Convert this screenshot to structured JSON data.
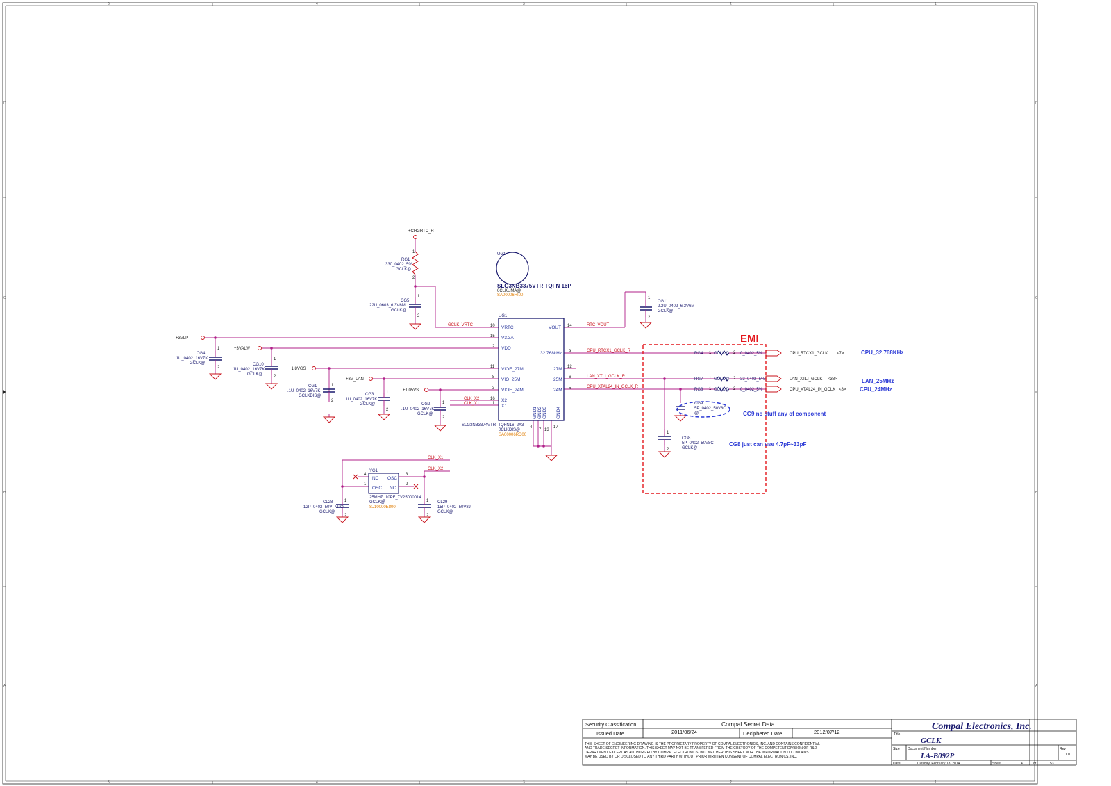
{
  "zones": {
    "columns": [
      "5",
      "4",
      "3",
      "2",
      "1"
    ],
    "rows": [
      "D",
      "C",
      "B",
      "A"
    ]
  },
  "ug1_symbol": {
    "ref": "UG1",
    "part": "SLG3NB3375VTR TQFN 16P",
    "bom": "0CLKUMA@",
    "pn": "SA00006RI00"
  },
  "chip": {
    "ref": "UG1",
    "part": "SLG3NB3374VTR_TQFN16_2X3",
    "bom": "0CLKDIS@",
    "pn": "SA00006RD00",
    "left_pins": [
      {
        "name": "VRTC",
        "num": "10"
      },
      {
        "name": "V3.3A",
        "num": "15"
      },
      {
        "name": "VDD",
        "num": "2"
      },
      {
        "name": "VIOE_27M",
        "num": "11"
      },
      {
        "name": "VIO_25M",
        "num": "8"
      },
      {
        "name": "VIOE_24M",
        "num": "3"
      },
      {
        "name": "X2",
        "num": "16"
      },
      {
        "name": "X1",
        "num": "1"
      }
    ],
    "right_pins": [
      {
        "name": "VOUT",
        "num": "14"
      },
      {
        "name": "32.768kHz",
        "num": "9"
      },
      {
        "name": "27M",
        "num": "12"
      },
      {
        "name": "25M",
        "num": "6"
      },
      {
        "name": "24M",
        "num": "5"
      }
    ],
    "bottom_pins": [
      {
        "name": "GND1",
        "num": "4"
      },
      {
        "name": "GND2",
        "num": "7"
      },
      {
        "name": "GND3",
        "num": "13"
      },
      {
        "name": "GND4",
        "num": "17"
      }
    ]
  },
  "power": {
    "chgrtc": "+CHGRTC_R",
    "vlp": "+3VLP",
    "valw": "+3VALW",
    "v18": "+1.8VGS",
    "vlan": "+3V_LAN",
    "v105": "+1.05VS"
  },
  "nets": {
    "gclk_vrtc": "GCLK_VRTC",
    "rtc_vout": "RTC_VOUT",
    "cpu_rtcx1": "CPU_RTCX1_GCLK_R",
    "lan_xtli": "LAN_XTLI_GCLK_R",
    "cpu_xtal": "CPU_XTAL24_IN_GCLK_R",
    "clk_x2": "CLK_X2",
    "clk_x1": "CLK_X1"
  },
  "components": {
    "rg1": {
      "ref": "RG1",
      "val": "330_0402_5%",
      "bom": "GCLK@"
    },
    "cg5": {
      "ref": "CG5",
      "val": "22U_0603_6.3V6M",
      "bom": "GCLK@"
    },
    "cg11": {
      "ref": "CG11",
      "val": "2.2U_0402_6.3V6M",
      "bom": "GCLK@"
    },
    "cg4": {
      "ref": "CG4",
      "val": ".1U_0402_16V7K",
      "bom": "GCLK@"
    },
    "cg10": {
      "ref": "CG10",
      "val": ".1U_0402_16V7K",
      "bom": "GCLK@"
    },
    "cg1": {
      "ref": "CG1",
      "val": ".1U_0402_16V7K",
      "bom": "GCLKDIS@"
    },
    "cg3": {
      "ref": "CG3",
      "val": ".1U_0402_16V7K",
      "bom": "GCLK@"
    },
    "cg2": {
      "ref": "CG2",
      "val": ".1U_0402_16V7K",
      "bom": "GCLK@"
    },
    "rg4": {
      "ref": "RG4",
      "val": "0_0402_5%",
      "bom": "GCLK@"
    },
    "rg7": {
      "ref": "RG7",
      "val": "33_0402_5%",
      "bom": "GCLK@"
    },
    "rg8": {
      "ref": "RG8",
      "val": "0_0402_5%",
      "bom": "GCLK@"
    },
    "cg9": {
      "ref": "CG9",
      "val": "5P_0402_50V8C",
      "bom": "@"
    },
    "cg8": {
      "ref": "CG8",
      "val": "5P_0402_50V8C",
      "bom": "GCLK@"
    },
    "yg1": {
      "ref": "YG1",
      "val": "25MHZ_10PF_7V25000014",
      "bom": "GCLK@",
      "pn": "SJ10000E800",
      "p1": "OSC",
      "p2": "NC",
      "p3": "OSC",
      "p4": "NC"
    },
    "cl28": {
      "ref": "CL28",
      "val": "12P_0402_50V_NPO",
      "bom": "GCLK@"
    },
    "cl29": {
      "ref": "CL29",
      "val": "15P_0402_50V8J",
      "bom": "GCLK@"
    }
  },
  "outputs": [
    {
      "net": "CPU_RTCX1_GCLK",
      "page": "<7>",
      "freq": "CPU_32.768KHz"
    },
    {
      "net": "LAN_XTLI_GCLK",
      "page": "<38>",
      "freq": "LAN_25MHz"
    },
    {
      "net": "CPU_XTAL24_IN_GCLK",
      "page": "<8>",
      "freq": "CPU_24MHz"
    }
  ],
  "emi": {
    "label": "EMI",
    "note_cg9": "CG9 no stuff any of component",
    "note_cg8": "CG8 just can use 4.7pF~33pF"
  },
  "title_block": {
    "security_label": "Security Classification",
    "security_value": "Compal Secret Data",
    "issued_label": "Issued Date",
    "issued_value": "2011/06/24",
    "deciphered_label": "Deciphered Date",
    "deciphered_value": "2012/07/12",
    "notice_1": "THIS SHEET OF ENGINEERING DRAWING IS THE PROPRIETARY PROPERTY OF COMPAL ELECTRONICS, INC. AND CONTAINS CONFIDENTIAL",
    "notice_2": "AND TRADE SECRET INFORMATION. THIS SHEET MAY NOT BE TRANSFERED FROM THE CUSTODY OF THE COMPETENT DIVISION OF R&D",
    "notice_3": "DEPARTMENT EXCEPT AS AUTHORIZED BY COMPAL ELECTRONICS, INC. NEITHER THIS SHEET NOR THE INFORMATION IT CONTAINS",
    "notice_4": "MAY BE USED BY OR DISCLOSED TO ANY THIRD PARTY WITHOUT PRIOR WRITTEN CONSENT OF COMPAL ELECTRONICS, INC.",
    "company": "Compal Electronics, Inc.",
    "title_label": "Title",
    "title": "GCLK",
    "size_label": "Size",
    "docnum_label": "Document Number",
    "docnum": "LA-B092P",
    "rev_label": "Rev",
    "rev": "1.0",
    "date_label": "Date:",
    "date": "Tuesday, February 18, 2014",
    "sheet_label": "Sheet",
    "sheet": "41",
    "of_label": "of",
    "total": "53"
  }
}
